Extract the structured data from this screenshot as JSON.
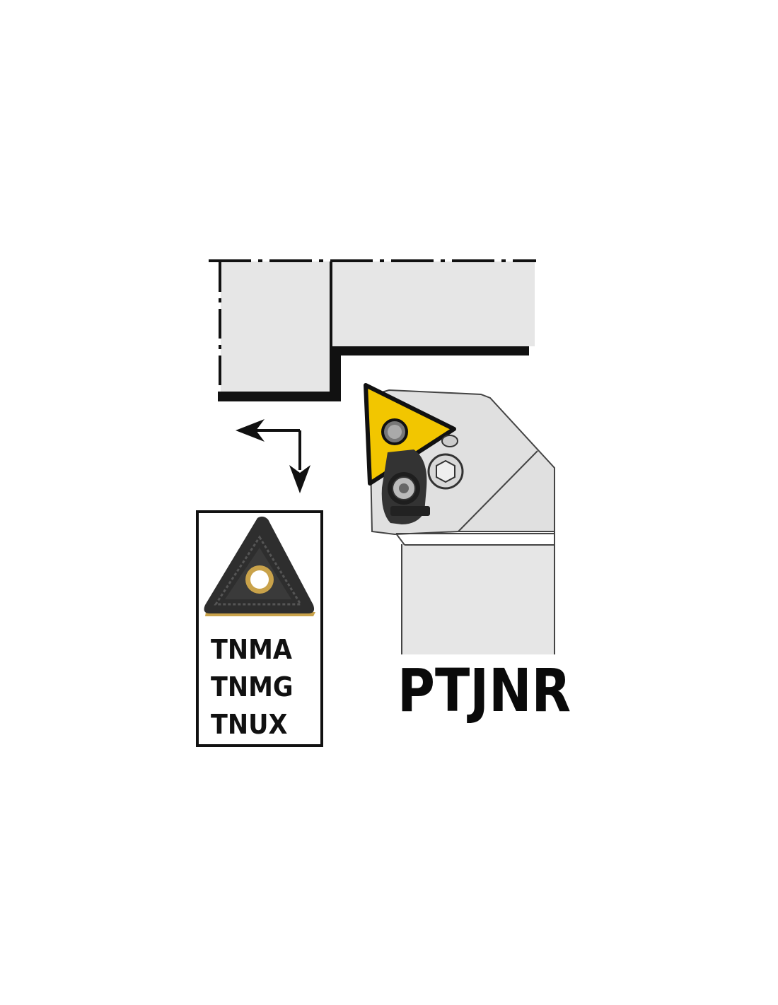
{
  "holder": {
    "code": "PTJNR"
  },
  "insert_box": {
    "labels": [
      "TNMA",
      "TNMG",
      "TNUX"
    ]
  },
  "colors": {
    "shank_fill": "#e6e6e6",
    "outline": "#111111",
    "insert_yellow": "#f2c600",
    "insert_dark": "#2a2a2a",
    "insert_gold": "#c9a24a"
  },
  "icons": {
    "feed_arrows": "feed-direction-arrows-icon",
    "hex_screw": "hex-screw-icon",
    "clamp_screw": "clamp-screw-icon"
  }
}
